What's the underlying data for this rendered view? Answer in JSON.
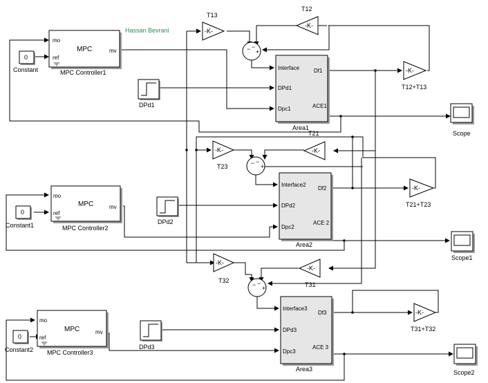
{
  "watermark": "Hassan Bevrani",
  "mpc": [
    {
      "title": "MPC",
      "caption": "MPC Controller1",
      "port_mo": "mo",
      "port_ref": "ref",
      "port_mv": "mv"
    },
    {
      "title": "MPC",
      "caption": "MPC Controller2",
      "port_mo": "mo",
      "port_ref": "ref",
      "port_mv": "mv"
    },
    {
      "title": "MPC",
      "caption": "MPC Controller3",
      "port_mo": "mo",
      "port_ref": "ref",
      "port_mv": "mv"
    }
  ],
  "constants": [
    {
      "value": "0",
      "caption": "Constant"
    },
    {
      "value": "0",
      "caption": "Constant1"
    },
    {
      "value": "0",
      "caption": "Constant2"
    }
  ],
  "steps": [
    "DPd1",
    "DPd2",
    "DPd3"
  ],
  "areas": [
    {
      "caption": "Area1",
      "in_interface": "Interface",
      "in_dpd": "DPd1",
      "in_dpc": "Dpc1",
      "out_df": "Df1",
      "out_ace": "ACE1"
    },
    {
      "caption": "Area2",
      "in_interface": "Interface2",
      "in_dpd": "DPd2",
      "in_dpc": "Dpc2",
      "out_df": "Df2",
      "out_ace": "ACE 2"
    },
    {
      "caption": "Area3",
      "in_interface": "Interface3",
      "in_dpd": "DPd3",
      "in_dpc": "Dpc3",
      "out_df": "Df3",
      "out_ace": "ACE 3"
    }
  ],
  "gains": {
    "symbol": "-K-",
    "T13": "T13",
    "T12": "T12",
    "T12T13": "T12+T13",
    "T21": "T21",
    "T23": "T23",
    "T21T23": "T21+T23",
    "T31": "T31",
    "T32": "T32",
    "T31T32": "T31+T32"
  },
  "sum_signs": {
    "minus": "−",
    "plus": "+"
  },
  "scopes": [
    "Scope",
    "Scope1",
    "Scope2"
  ]
}
